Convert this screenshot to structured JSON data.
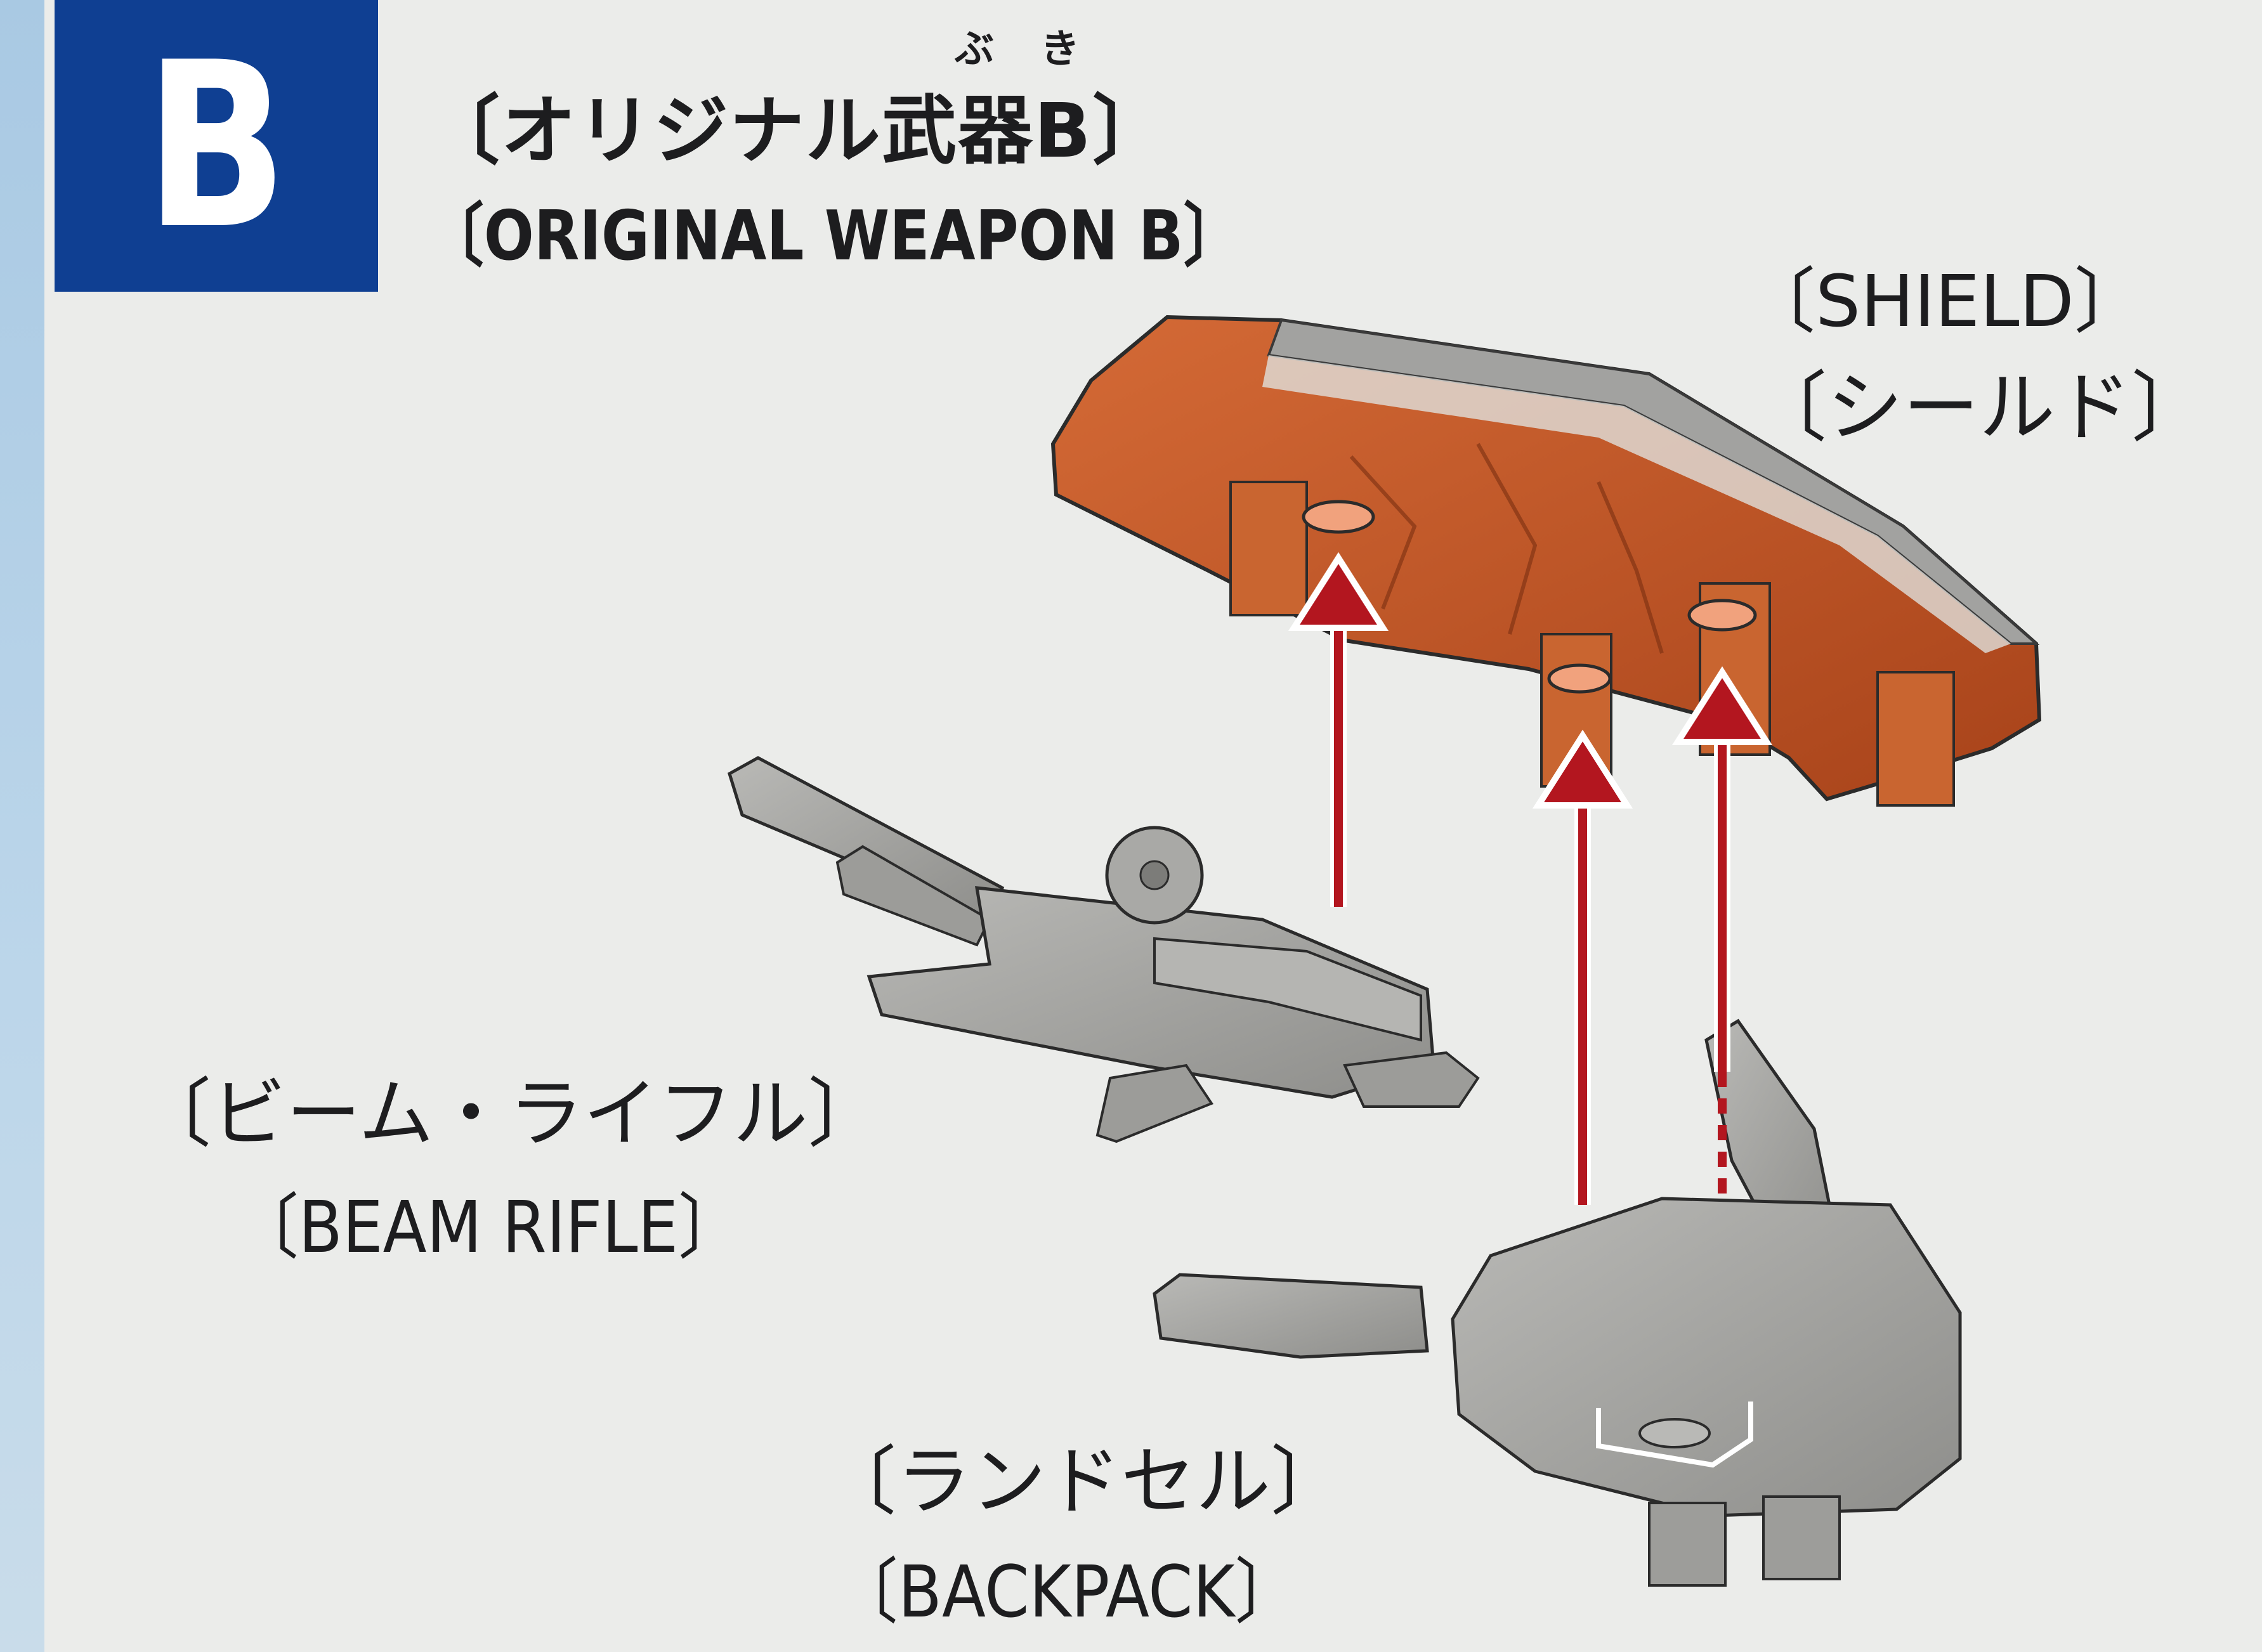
{
  "header": {
    "badge_letter": "B",
    "title": "〔オリジナル武器B〕",
    "ruby": [
      "ぶ",
      "き"
    ],
    "subtitle": "〔ORIGINAL WEAPON B〕"
  },
  "parts": {
    "shield_en": "〔SHIELD〕",
    "shield_ja": "〔シールド〕",
    "rifle_ja": "〔ビーム・ライフル〕",
    "rifle_en": "〔BEAM RIFLE〕",
    "backpack_ja": "〔ランドセル〕",
    "backpack_en": "〔BACKPACK〕"
  },
  "colors": {
    "badge_blue": "#0f3f92",
    "shield_orange": "#c2531f",
    "part_gray": "#a3a3a0",
    "arrow_red": "#b3161f"
  }
}
